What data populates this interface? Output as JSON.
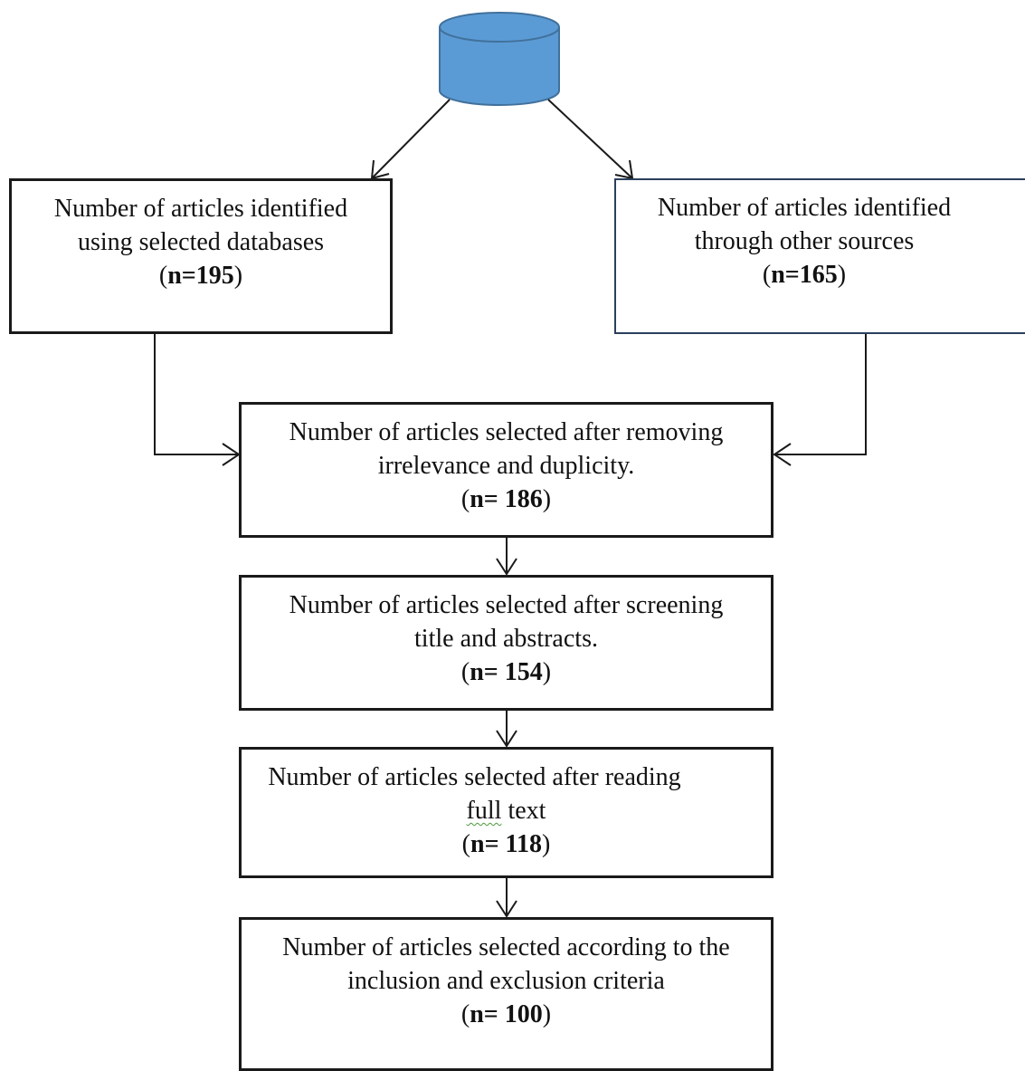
{
  "flowchart": {
    "source_icon": "database-icon",
    "colors": {
      "database_fill": "#5b9bd5",
      "database_stroke": "#41719c",
      "box_border": "#1a1a1a",
      "other_box_border": "#2a3f5c",
      "arrow": "#1a1a1a"
    },
    "databases_box": {
      "line1": "Number of articles identified",
      "line2": "using selected databases",
      "count_open": "(",
      "count_value": "n=195",
      "count_close": ")"
    },
    "other_sources_box": {
      "line1": "Number of articles identified",
      "line2": "through other sources",
      "count_open": "(",
      "count_value": "n=165",
      "count_close": ")"
    },
    "dedup_box": {
      "line1": "Number of articles selected after removing",
      "line2": "irrelevance and duplicity.",
      "count_open": "(",
      "count_value": "n= 186",
      "count_close": ")"
    },
    "screening_box": {
      "line1": "Number of articles selected after screening",
      "line2": "title and abstracts.",
      "count_open": "(",
      "count_value": "n= 154",
      "count_close": ")"
    },
    "fulltext_box": {
      "line1": "Number of articles selected after reading",
      "line2_word": "full",
      "line2_rest": " text",
      "count_open": "(",
      "count_value": "n= 118",
      "count_close": ")"
    },
    "final_box": {
      "line1": "Number of articles selected according to the",
      "line2": "inclusion and exclusion criteria",
      "count_open": "(",
      "count_value": "n= 100",
      "count_close": ")"
    }
  }
}
